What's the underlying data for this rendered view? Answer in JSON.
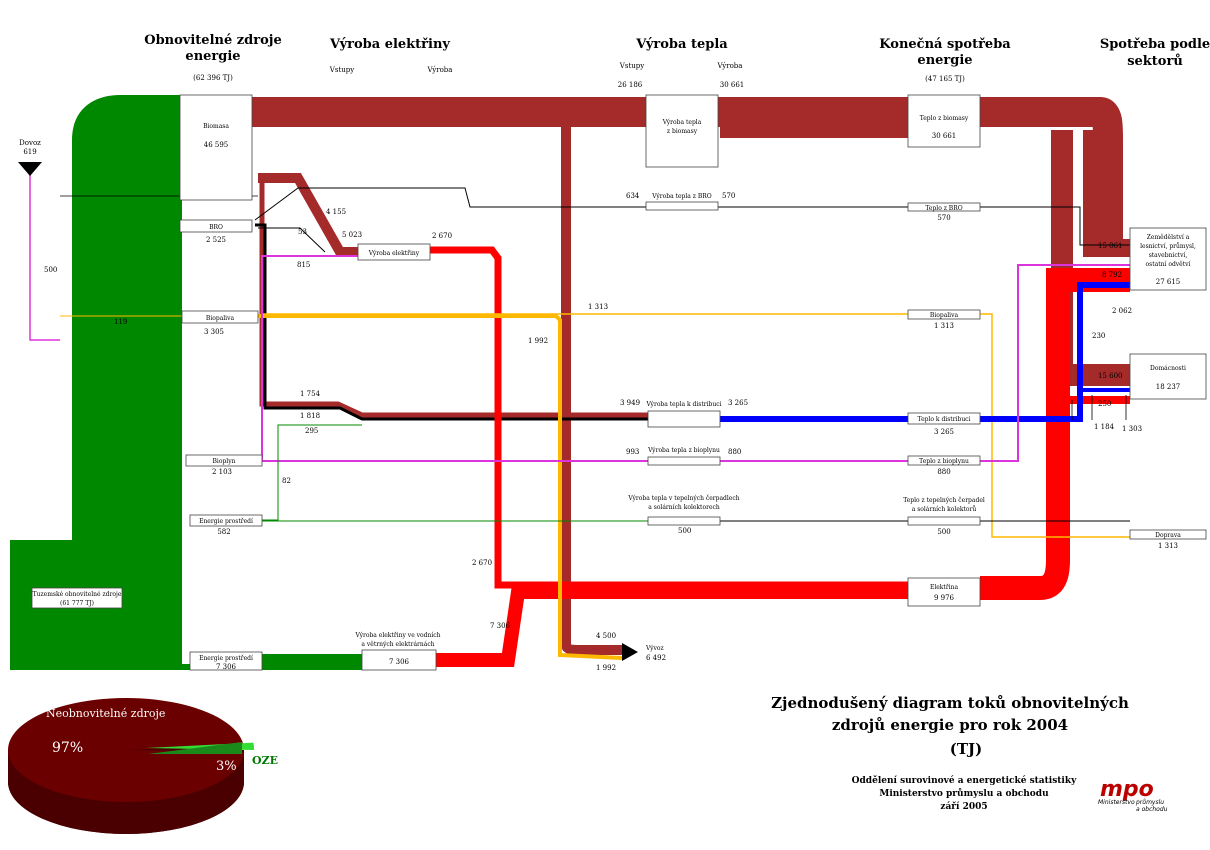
{
  "headers": {
    "col1": [
      "Obnovitelné zdroje",
      "energie"
    ],
    "col1_total": "(62 396 TJ)",
    "col2": "Výroba elektřiny",
    "col2_sub1": "Vstupy",
    "col2_sub2": "Výroba",
    "col3": "Výroba tepla",
    "col3_sub1": "Vstupy",
    "col3_sub2": "Výroba",
    "col3_val1": "26 186",
    "col3_val2": "30 661",
    "col4": [
      "Konečná spotřeba",
      "energie"
    ],
    "col4_total": "(47 165 TJ)",
    "col5": [
      "Spotřeba podle",
      "sektorů"
    ]
  },
  "sources": {
    "dovoz_label": "Dovoz",
    "dovoz_value": "619",
    "biomasa_label": "Biomasa",
    "biomasa_value": "46 595",
    "bro_label": "BRO",
    "bro_value": "2 525",
    "biopaliva_label": "Biopaliva",
    "biopaliva_value": "3 305",
    "bioplyn_label": "Bioplyn",
    "bioplyn_value": "2 103",
    "ep_label": "Energie prostředí",
    "ep_value": "582",
    "ep2_label": "Energie prostředí",
    "ep2_value": "7 306",
    "tuzemske_label": "Tuzemské obnovitelné zdroje",
    "tuzemske_value": "(61 777 TJ)"
  },
  "processes": {
    "el_label": "Výroba elektřiny",
    "tepla_biomasy": [
      "Výroba tepla",
      "z biomasy"
    ],
    "tepla_bro": "Výroba tepla z BRO",
    "tepla_distribuci": "Výroba tepla k distribuci",
    "tepla_bioplynu": "Výroba tepla z bioplynu",
    "tepla_cerpadla": [
      "Výroba tepla v tepelných čerpadlech",
      "a solárních kolektorech"
    ],
    "el_voda": [
      "Výroba elektřiny ve vodních",
      "a větrných elektrárnách"
    ],
    "el_voda_value": "7 306",
    "vyvoz_label": "Vývoz",
    "vyvoz_value": "6 492"
  },
  "final": {
    "teplo_biomasy": "Teplo z biomasy",
    "teplo_biomasy_value": "30 661",
    "teplo_bro": "Teplo z BRO",
    "teplo_bro_value": "570",
    "biopaliva": "Biopaliva",
    "biopaliva_value": "1 313",
    "teplo_distribuci": "Teplo k distribuci",
    "teplo_distribuci_value": "3 265",
    "teplo_bioplynu": "Teplo z bioplynu",
    "teplo_bioplynu_value": "880",
    "teplo_cerpadel": [
      "Teplo z tepelných čerpadel",
      "a solárních kolektorů"
    ],
    "teplo_cerpadel_value": "500",
    "elektrina": "Elektřina",
    "elektrina_value": "9 976"
  },
  "sectors": {
    "zem": [
      "Zemědělství a",
      "lesnictví, průmysl,",
      "stavebnictví,",
      "ostatní odvětví"
    ],
    "zem_value": "27 615",
    "dom": "Domácnosti",
    "dom_value": "18 237",
    "dop": "Doprava",
    "dop_value": "1 313"
  },
  "flow_labels": {
    "f500": "500",
    "f119": "119",
    "f4155": "4 155",
    "f53": "53",
    "f5023": "5 023",
    "f2670a": "2 670",
    "f815": "815",
    "f634": "634",
    "f570": "570",
    "f1313": "1 313",
    "f1992": "1 992",
    "f1754": "1 754",
    "f1818": "1 818",
    "f295": "295",
    "f3949": "3 949",
    "f3265": "3 265",
    "f993": "993",
    "f880": "880",
    "f82": "82",
    "f500b": "500",
    "f2670b": "2 670",
    "f7306": "7 306",
    "f4500": "4 500",
    "f1992b": "1 992",
    "f15061": "15 061",
    "f8792": "8 792",
    "f2062": "2 062",
    "f230": "230",
    "f15600": "15 600",
    "f250": "250",
    "f1184": "1 184",
    "f1303": "1 303"
  },
  "pie": {
    "nonrenew_label": "Neobnovitelné zdroje",
    "nonrenew_pct": "97%",
    "renew_pct": "3%",
    "renew_label": "OZE",
    "nonrenew_share": 0.97,
    "renew_share": 0.03,
    "colors": {
      "nonrenew": "#6b0000",
      "renew": "#33dd33"
    }
  },
  "title": {
    "lines": [
      "Zjednodušený diagram toků obnovitelných",
      "zdrojů energie pro rok 2004",
      "(TJ)"
    ],
    "org": [
      "Oddělení surovinové a energetické statistiky",
      "Ministerstvo průmyslu a obchodu",
      "září 2005"
    ]
  },
  "logo": {
    "mark": "mpo",
    "text1": "Ministerstvo",
    "text2": "průmyslu",
    "text3": "a obchodu"
  },
  "colors": {
    "biomass": "#a52a2a",
    "renewable": "#008800",
    "electricity": "#ff0000",
    "biofuel": "#ffb800",
    "district": "#0000ff",
    "biogas": "#dd33dd",
    "bro": "#000000"
  }
}
